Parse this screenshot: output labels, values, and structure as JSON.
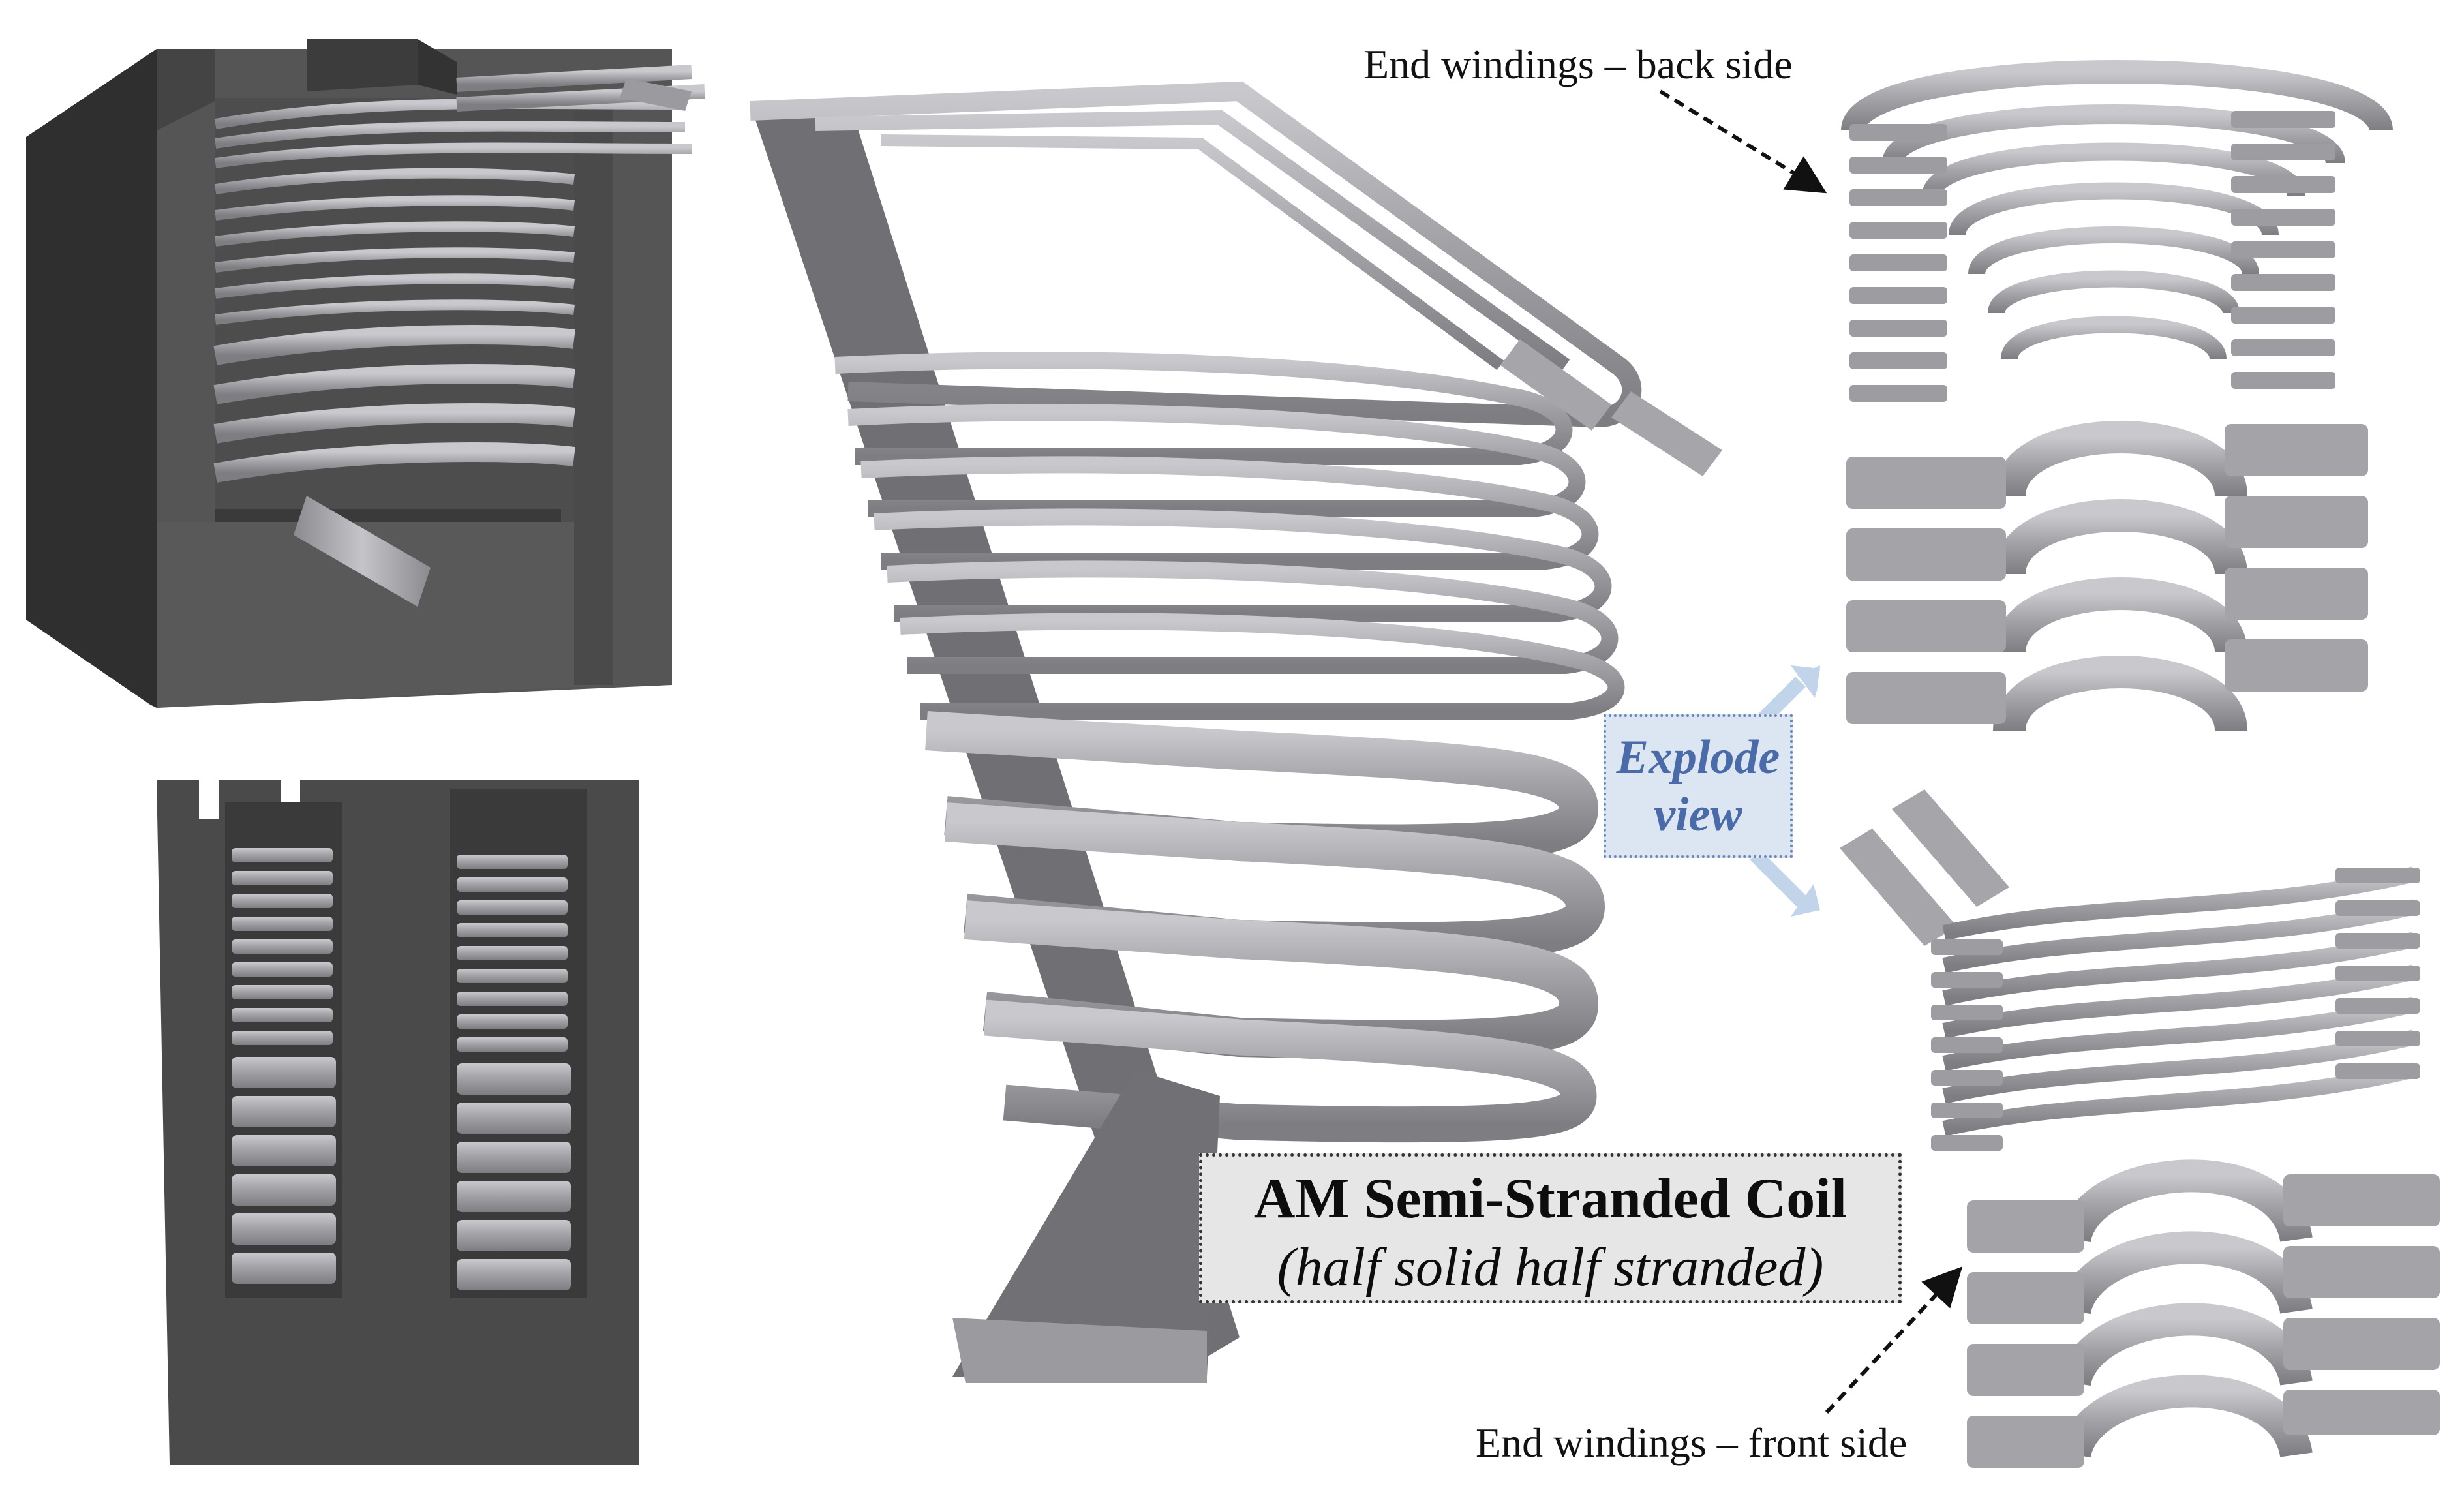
{
  "labels": {
    "end_back": "End windings – back side",
    "end_front": "End windings – front side",
    "explode_line1": "Explode",
    "explode_line2": "view",
    "title": "AM Semi-Stranded Coil",
    "subtitle": "(half solid half stranded)"
  },
  "colors": {
    "core_dark": "#4a4a4a",
    "core_mid": "#5a5a5a",
    "copper_light": "#a9a9ad",
    "copper_mid": "#8f8f94",
    "arrow_blue": "#c2d4ea",
    "explode_text": "#4a6aa8"
  }
}
